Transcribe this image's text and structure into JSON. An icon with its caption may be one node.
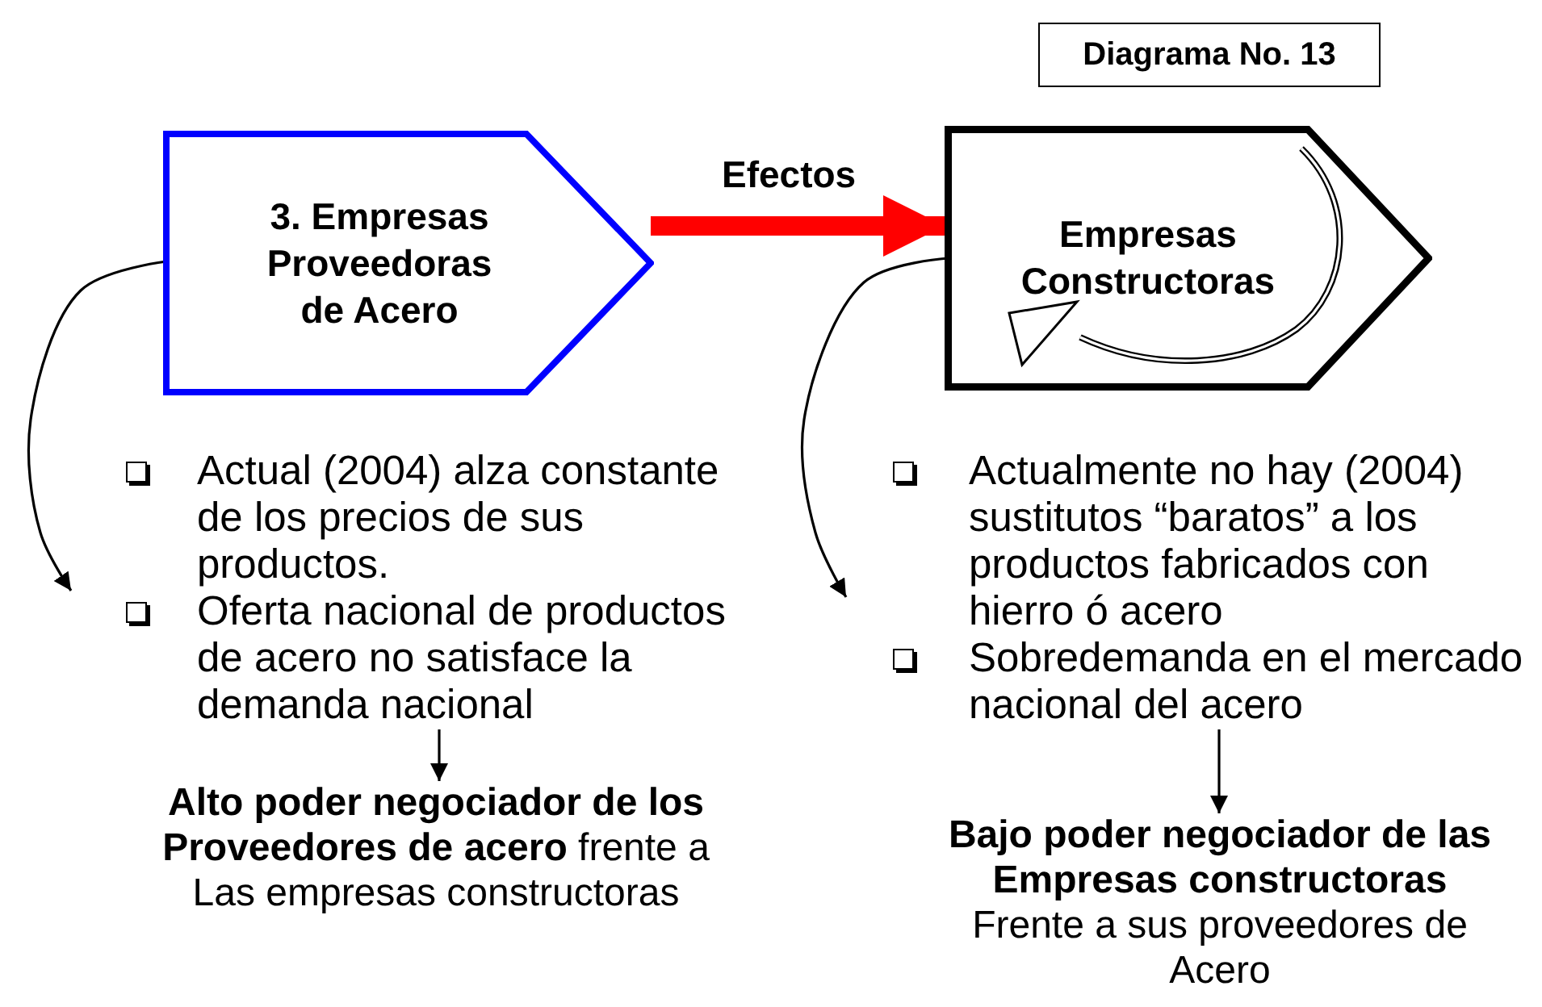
{
  "diagram": {
    "nodes": [
      {
        "text": [
          "Diagrama No. 13"
        ]
      },
      {
        "text": [
          "3. Empresas Proveedoras de Acero"
        ]
      },
      {
        "text": [
          "Empresas Constructoras"
        ]
      },
      {
        "text": [
          "Actual (2004) alza constante de los precios de sus productos.",
          "Oferta nacional de productos de acero no satisface la demanda nacional"
        ]
      },
      {
        "text": [
          "**Alto poder negociador de los Proveedores de acero** frente a Las empresas constructoras"
        ]
      },
      {
        "text": [
          "Actualmente no hay (2004) sustitutos “baratos” a los productos fabricados con hierro ó acero",
          "Sobredemanda en el mercado nacional del acero"
        ]
      },
      {
        "text": [
          "Bajo poder negociador de las Empresas constructoras",
          "Frente a sus proveedores de Acero"
        ]
      }
    ],
    "edges": [
      {
        "from": 1,
        "to": 2,
        "arrow": "to",
        "label": "Efectos",
        "style": "thick",
        "color": "#ff0000"
      },
      {
        "from": 1,
        "to": 3,
        "arrow": "to"
      },
      {
        "from": 3,
        "to": 4,
        "arrow": "to"
      },
      {
        "from": 2,
        "to": 5,
        "arrow": "to"
      },
      {
        "from": 5,
        "to": 6,
        "arrow": "to"
      }
    ]
  }
}
